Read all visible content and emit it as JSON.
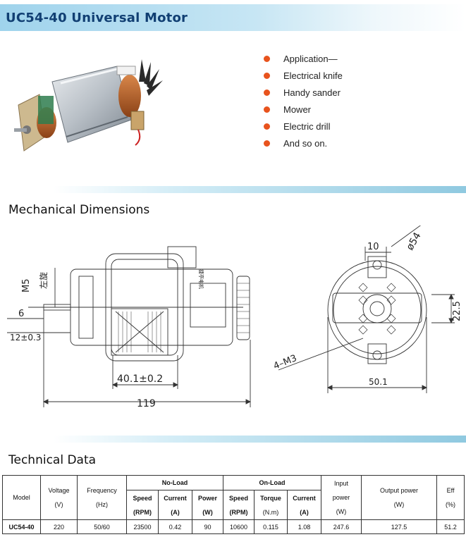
{
  "header": {
    "title": "UC54-40 Universal Motor"
  },
  "applications": [
    "Application—",
    "Electrical knife",
    "Handy sander",
    "Mower",
    "Electric drill",
    "And so on."
  ],
  "sections": {
    "mechanical": "Mechanical Dimensions",
    "technical": "Technical Data"
  },
  "drawing_labels": {
    "m5": "M5",
    "left_thread": "左旋",
    "d6": "6",
    "d12": "12±0.3",
    "d40": "40.1±0.2",
    "d119": "119",
    "d10": "10",
    "d54": "ø54",
    "d22": "22.5",
    "m3": "4–M3",
    "d50": "50.1",
    "brand": "捷亭电机"
  },
  "table": {
    "headers": {
      "model": "Model",
      "voltage": "Voltage",
      "voltage_unit": "(V)",
      "frequency": "Frequency",
      "frequency_unit": "(Hz)",
      "no_load": "No-Load",
      "on_load": "On-Load",
      "speed": "Speed",
      "speed_unit": "(RPM)",
      "current": "Current",
      "current_unit": "(A)",
      "power": "Power",
      "power_unit": "(W)",
      "torque": "Torque",
      "torque_unit": "(N.m)",
      "input": "Input",
      "input2": "power",
      "input_unit": "(W)",
      "output": "Output power",
      "output_unit": "(W)",
      "eff": "Eff",
      "eff_unit": "(%)"
    },
    "row": {
      "model": "UC54-40",
      "voltage": "220",
      "frequency": "50/60",
      "nl_speed": "23500",
      "nl_current": "0.42",
      "nl_power": "90",
      "ol_speed": "10600",
      "ol_torque": "0.115",
      "ol_current": "1.08",
      "input_power": "247.6",
      "output_power": "127.5",
      "eff": "51.2"
    }
  }
}
